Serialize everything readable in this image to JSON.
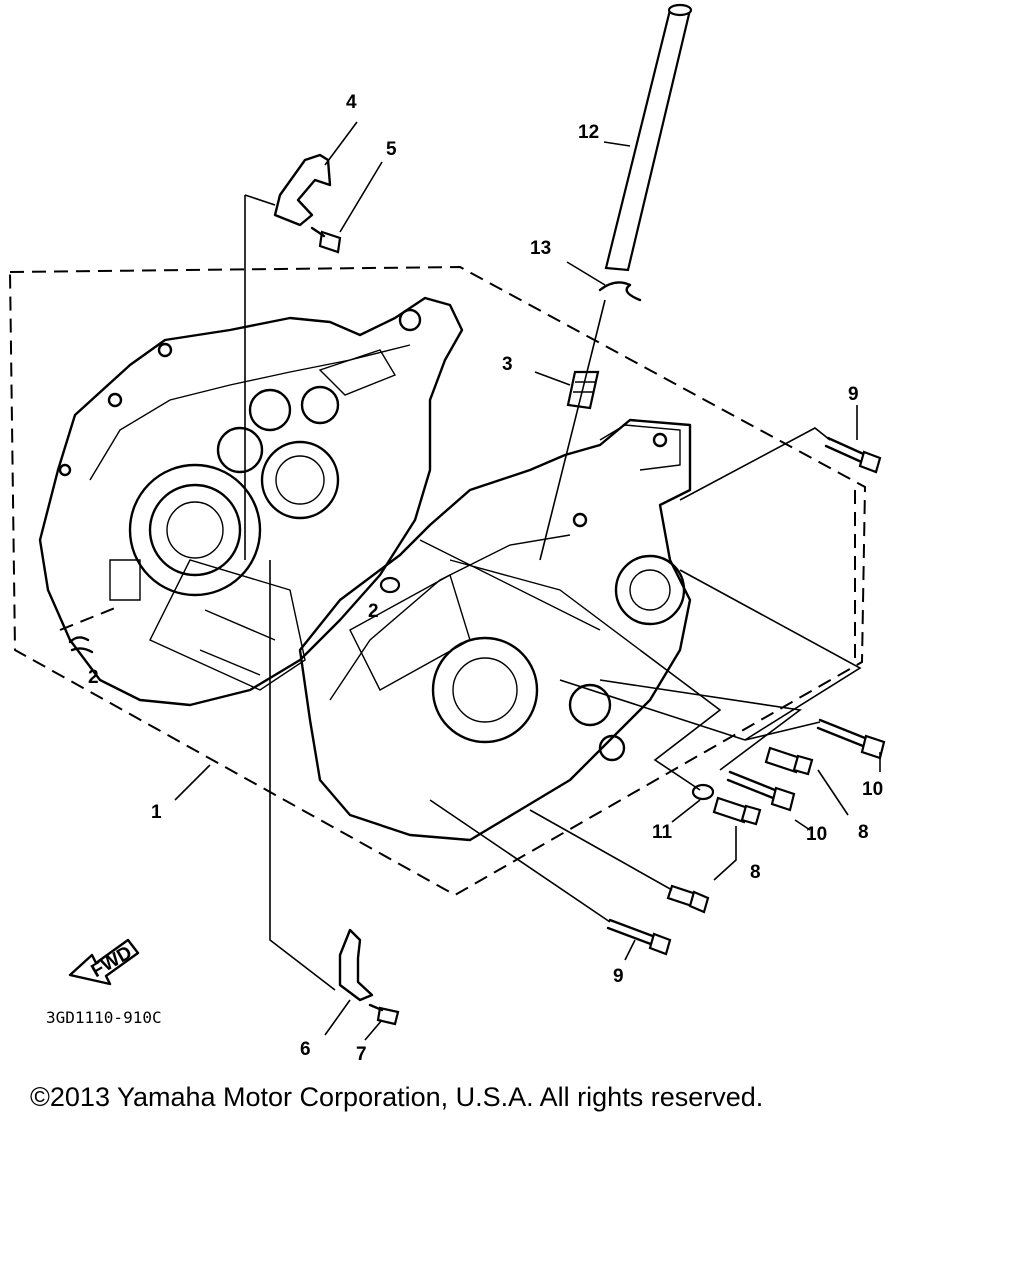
{
  "diagram": {
    "callouts": [
      {
        "id": "c1",
        "text": "1"
      },
      {
        "id": "c2a",
        "text": "2"
      },
      {
        "id": "c2b",
        "text": "2"
      },
      {
        "id": "c3",
        "text": "3"
      },
      {
        "id": "c4",
        "text": "4"
      },
      {
        "id": "c5",
        "text": "5"
      },
      {
        "id": "c6",
        "text": "6"
      },
      {
        "id": "c7",
        "text": "7"
      },
      {
        "id": "c8a",
        "text": "8"
      },
      {
        "id": "c8b",
        "text": "8"
      },
      {
        "id": "c9a",
        "text": "9"
      },
      {
        "id": "c9b",
        "text": "9"
      },
      {
        "id": "c10a",
        "text": "10"
      },
      {
        "id": "c10b",
        "text": "10"
      },
      {
        "id": "c11",
        "text": "11"
      },
      {
        "id": "c12",
        "text": "12"
      },
      {
        "id": "c13",
        "text": "13"
      }
    ],
    "fwd_label": "FWD",
    "drawing_code": "3GD1110-910C"
  },
  "footer": {
    "copyright": "©2013 Yamaha Motor Corporation, U.S.A. All rights reserved."
  }
}
